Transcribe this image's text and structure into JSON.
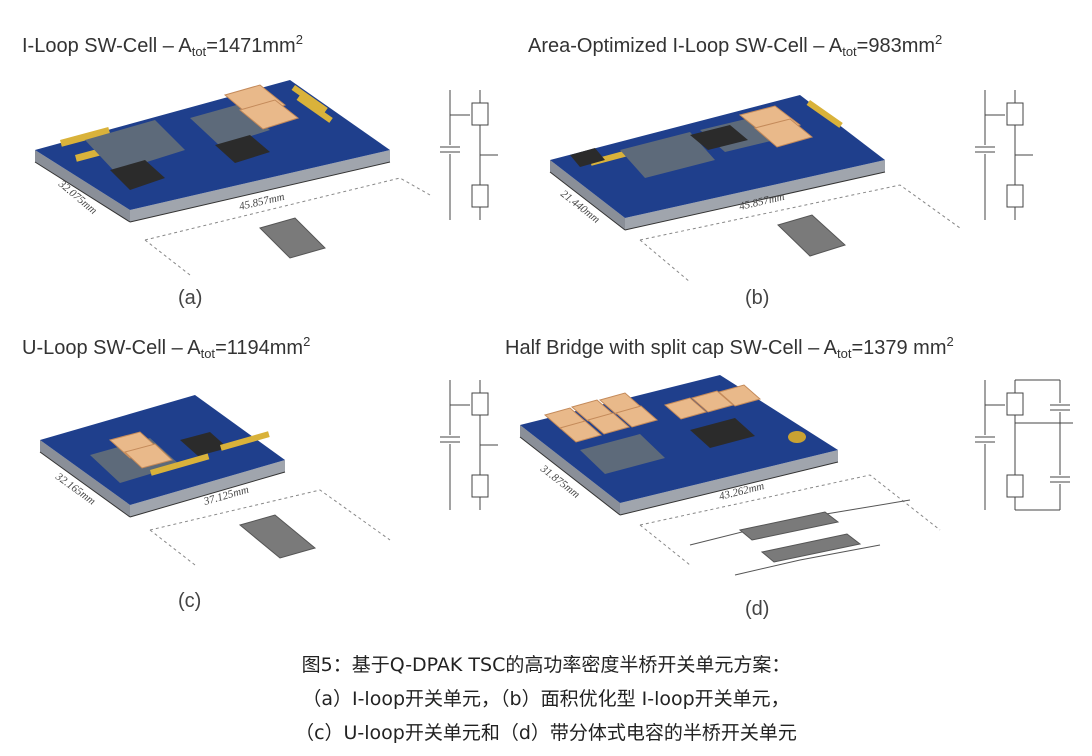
{
  "panels": [
    {
      "id": "a",
      "title_main": "I-Loop SW-Cell –  A",
      "title_sub": "tot",
      "title_rest": "=1471mm",
      "title_sup": "2",
      "label": "(a)",
      "dim_w": "45.857mm",
      "dim_d": "32.075mm"
    },
    {
      "id": "b",
      "title_main": "Area-Optimized I-Loop SW-Cell – A",
      "title_sub": "tot",
      "title_rest": "=983mm",
      "title_sup": "2",
      "label": "(b)",
      "dim_w": "45.857mm",
      "dim_d": "21.440mm"
    },
    {
      "id": "c",
      "title_main": "U-Loop SW-Cell – A",
      "title_sub": "tot",
      "title_rest": "=1194mm",
      "title_sup": "2",
      "label": "(c)",
      "dim_w": "37.125mm",
      "dim_d": "32.165mm"
    },
    {
      "id": "d",
      "title_main": "Half Bridge with split cap SW-Cell – A",
      "title_sub": "tot",
      "title_rest": "=1379 mm",
      "title_sup": "2",
      "label": "(d)",
      "dim_w": "43.262mm",
      "dim_d": "31.875mm"
    }
  ],
  "caption": {
    "line1": "图5：基于Q-DPAK TSC的高功率密度半桥开关单元方案：",
    "line2": "（a）I-loop开关单元，（b）面积优化型 I-loop开关单元，",
    "line3": "（c）U-loop开关单元和（d）带分体式电容的半桥开关单元"
  },
  "colors": {
    "pcb": "#1f3f8c",
    "pcb_edge": "#8a8f98",
    "pad": "#d9b23a",
    "chip": "#2b2b2b",
    "cap": "#e9b98a",
    "loop_area": "#7a7a7a"
  }
}
